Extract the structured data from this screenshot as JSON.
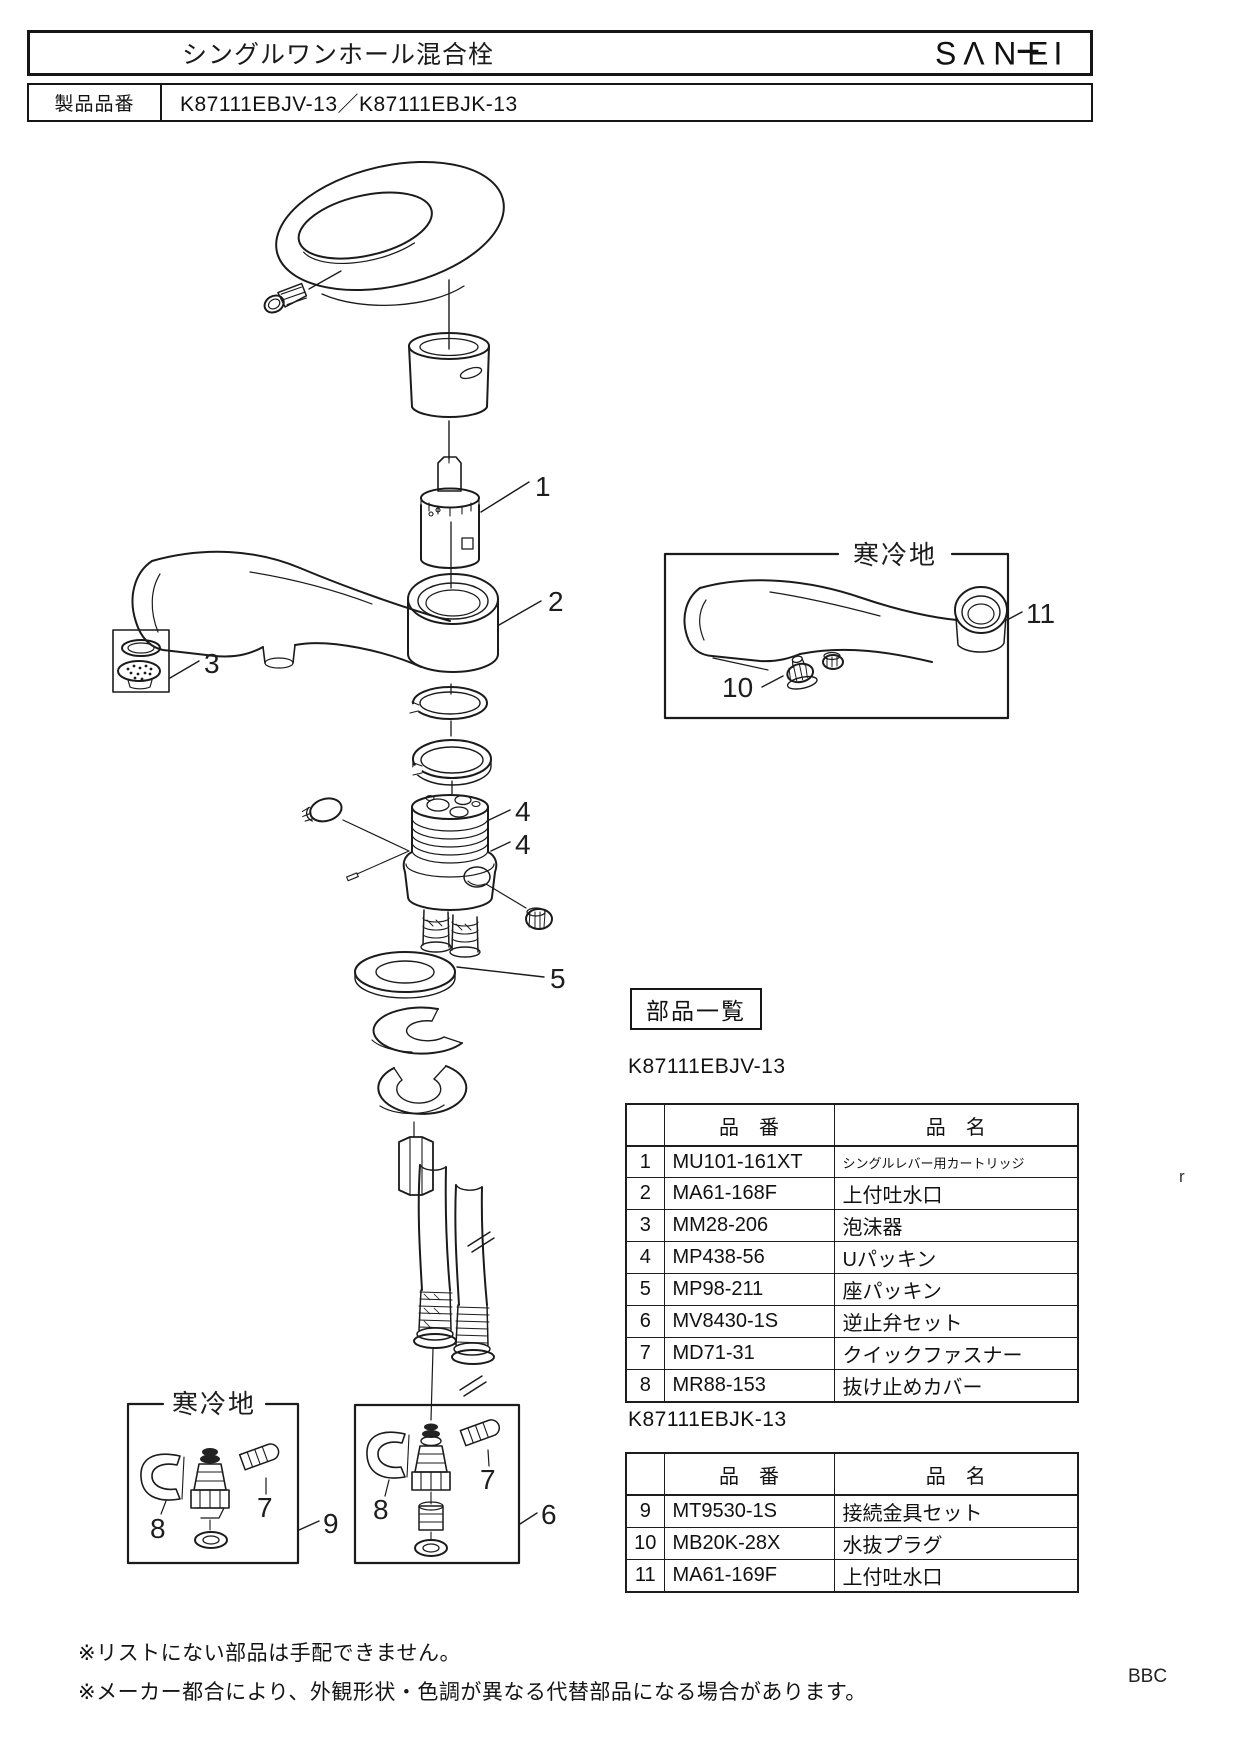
{
  "header": {
    "title": "シングルワンホール混合栓",
    "brand": "SANEI",
    "product_label": "製品品番",
    "product_numbers": "K87111EBJV-13／K87111EBJK-13"
  },
  "parts_list": {
    "box_label": "部品一覧",
    "col_part_no": "品　番",
    "col_part_name": "品　名",
    "tables": [
      {
        "model": "K87111EBJV-13",
        "rows": [
          {
            "no": "1",
            "part_no": "MU101-161XT",
            "name": "シングルレバー用カートリッジ",
            "small": true
          },
          {
            "no": "2",
            "part_no": "MA61-168F",
            "name": "上付吐水口"
          },
          {
            "no": "3",
            "part_no": "MM28-206",
            "name": "泡沫器"
          },
          {
            "no": "4",
            "part_no": "MP438-56",
            "name": "Uパッキン"
          },
          {
            "no": "5",
            "part_no": "MP98-211",
            "name": "座パッキン"
          },
          {
            "no": "6",
            "part_no": "MV8430-1S",
            "name": "逆止弁セット"
          },
          {
            "no": "7",
            "part_no": "MD71-31",
            "name": "クイックファスナー"
          },
          {
            "no": "8",
            "part_no": "MR88-153",
            "name": "抜け止めカバー"
          }
        ]
      },
      {
        "model": "K87111EBJK-13",
        "rows": [
          {
            "no": "9",
            "part_no": "MT9530-1S",
            "name": "接続金具セット"
          },
          {
            "no": "10",
            "part_no": "MB20K-28X",
            "name": "水抜プラグ"
          },
          {
            "no": "11",
            "part_no": "MA61-169F",
            "name": "上付吐水口"
          }
        ]
      }
    ]
  },
  "diagram": {
    "cold_region_label": "寒冷地",
    "callouts": {
      "n1": "1",
      "n2": "2",
      "n3": "3",
      "n4a": "4",
      "n4b": "4",
      "n5": "5",
      "n6": "6",
      "n7_left": "7",
      "n7_right": "7",
      "n8_left": "8",
      "n8_right": "8",
      "n9": "9",
      "n10": "10",
      "n11": "11"
    },
    "stray_mark": "r"
  },
  "notes": [
    "※リストにない部品は手配できません。",
    "※メーカー都合により、外観形状・色調が異なる代替部品になる場合があります。"
  ],
  "page_code": "BBC"
}
